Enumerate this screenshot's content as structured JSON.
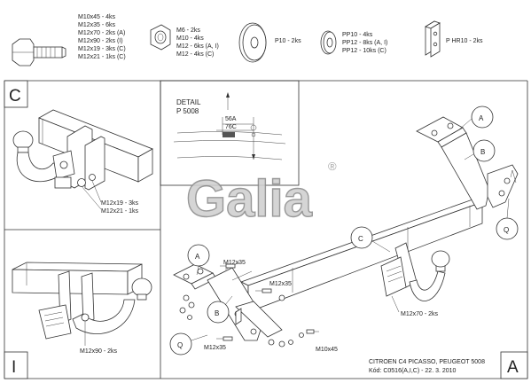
{
  "hardware": {
    "bolts": [
      "M10x45 - 4ks",
      "M12x35 - 6ks",
      "M12x70 - 2ks (A)",
      "M12x90 - 2ks (I)",
      "M12x19 - 3ks (C)",
      "M12x21 - 1ks (C)"
    ],
    "nuts": [
      "M6 - 2ks",
      "M10 - 4ks",
      "M12 - 6ks (A, I)",
      "M12 - 4ks (C)"
    ],
    "washer_large": "P10 - 2ks",
    "washers": [
      "PP10 - 4ks",
      "PP12 - 8ks (A, I)",
      "PP12 - 10ks (C)"
    ],
    "plate": "P HR10 - 2ks"
  },
  "panel_c": {
    "letter": "C",
    "labels": [
      "M12x19 - 3ks",
      "M12x21 - 1ks"
    ]
  },
  "detail": {
    "title": "DETAIL",
    "ref": "P 5008",
    "dim_a": "56A",
    "dim_c": "76C"
  },
  "logo_text": "Galia",
  "logo_mark": "®",
  "panel_i": {
    "letter": "I",
    "label": "M12x90 - 2ks"
  },
  "main": {
    "callout_a_top": "A",
    "callout_b_top": "B",
    "callout_c": "C",
    "callout_q_right": "Q",
    "callout_a_left": "A",
    "callout_b_left": "B",
    "callout_q_left": "Q",
    "labels": {
      "m12x35_left": "M12x35",
      "m12x35_mid": "M12x35",
      "m12x35_bottom": "M12x35",
      "m10x45": "M10x45",
      "m12x70": "M12x70 - 2ks"
    },
    "vehicle": "CITROEN C4 PICASSO, PEUGEOT 5008",
    "code": "Kód: C0516(A,I,C) - 22. 3. 2010",
    "letter": "A"
  }
}
